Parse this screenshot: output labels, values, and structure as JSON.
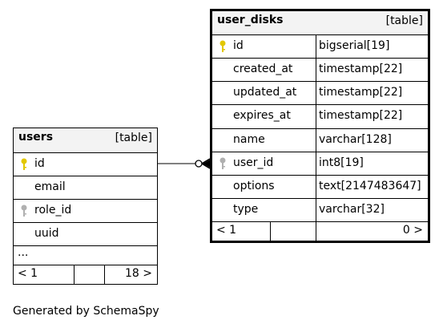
{
  "users": {
    "name": "users",
    "type_label": "[table]",
    "columns": [
      {
        "name": "id",
        "key": "primary"
      },
      {
        "name": "email",
        "key": "none"
      },
      {
        "name": "role_id",
        "key": "foreign"
      },
      {
        "name": "uuid",
        "key": "none"
      }
    ],
    "more": "...",
    "footer_left": "< 1",
    "footer_right": "18 >"
  },
  "user_disks": {
    "name": "user_disks",
    "type_label": "[table]",
    "columns": [
      {
        "name": "id",
        "type": "bigserial[19]",
        "key": "primary"
      },
      {
        "name": "created_at",
        "type": "timestamp[22]",
        "key": "none"
      },
      {
        "name": "updated_at",
        "type": "timestamp[22]",
        "key": "none"
      },
      {
        "name": "expires_at",
        "type": "timestamp[22]",
        "key": "none"
      },
      {
        "name": "name",
        "type": "varchar[128]",
        "key": "none"
      },
      {
        "name": "user_id",
        "type": "int8[19]",
        "key": "foreign"
      },
      {
        "name": "options",
        "type": "text[2147483647]",
        "key": "none"
      },
      {
        "name": "type",
        "type": "varchar[32]",
        "key": "none"
      }
    ],
    "footer_left": "< 1",
    "footer_right": "0 >"
  },
  "colors": {
    "primary_key": "#e2c700",
    "foreign_key": "#b0b0b0",
    "header_bg": "#f3f3f3"
  },
  "generator": "Generated by SchemaSpy"
}
